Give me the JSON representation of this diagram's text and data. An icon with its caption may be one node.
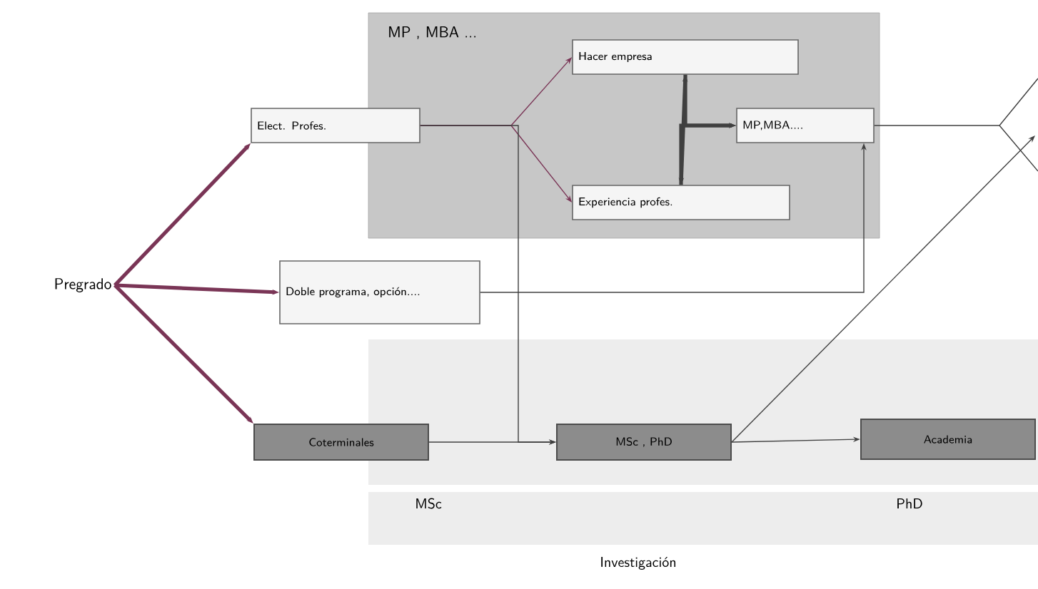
{
  "diagram": {
    "nodes": [
      {
        "text": [
          "MP , MBA ..."
        ]
      },
      {
        "text": [
          "Elect. Profes."
        ]
      },
      {
        "text": [
          "Hacer empresa"
        ],
        "in": 0
      },
      {
        "text": [
          "Experiencia profes."
        ],
        "in": 0
      },
      {
        "text": [
          "MP,MBA...."
        ],
        "in": 0
      },
      {
        "text": [
          "Pregrado"
        ]
      },
      {
        "text": [
          "Doble programa, opción...."
        ]
      },
      {
        "text": [
          "Coterminales"
        ]
      },
      {
        "text": [
          "MSc , PhD"
        ]
      },
      {
        "text": [
          "Academia"
        ]
      }
    ],
    "edges": [
      {
        "from": 5,
        "to": 1,
        "arrow": "to",
        "style": "thick",
        "color": "#7a3556"
      },
      {
        "from": 5,
        "to": 6,
        "arrow": "to",
        "style": "thick",
        "color": "#7a3556"
      },
      {
        "from": 5,
        "to": 7,
        "arrow": "to",
        "style": "thick",
        "color": "#7a3556"
      },
      {
        "from": 1,
        "to": 2,
        "arrow": "to",
        "color": "#7a3556"
      },
      {
        "from": 1,
        "to": 3,
        "arrow": "to",
        "color": "#7a3556"
      },
      {
        "from": 1,
        "to": 8,
        "arrow": "to"
      },
      {
        "from": 2,
        "to": 3,
        "arrow": "both",
        "style": "thick"
      },
      {
        "from": 2,
        "to": 4,
        "arrow": "to",
        "style": "thick"
      },
      {
        "from": 3,
        "to": 4,
        "arrow": "to",
        "style": "thick"
      },
      {
        "from": 6,
        "to": 4,
        "arrow": "to"
      },
      {
        "from": 7,
        "to": 8,
        "arrow": "to"
      },
      {
        "from": 8,
        "to": 9,
        "arrow": "to"
      },
      {
        "from": 8,
        "to": null,
        "arrow": "to"
      },
      {
        "from": 4,
        "to": null,
        "arrow": "none"
      }
    ],
    "labels": [
      "MSc",
      "PhD",
      "Investigación"
    ]
  }
}
